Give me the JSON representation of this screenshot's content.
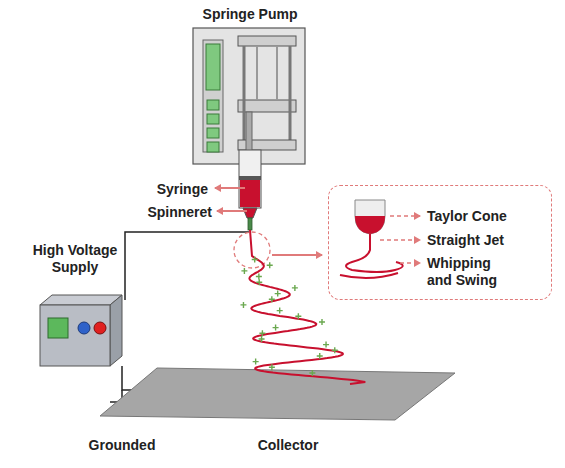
{
  "diagram": {
    "nodes": [
      {
        "text": [
          "Springe Pump"
        ]
      },
      {
        "text": [
          "High Voltage Supply"
        ]
      },
      {
        "text": [
          "Taylor Cone",
          "Straight Jet",
          "Whipping and Swing"
        ]
      }
    ],
    "labels": [
      "Syringe",
      "Spinneret",
      "Grounded",
      "Collector"
    ]
  }
}
